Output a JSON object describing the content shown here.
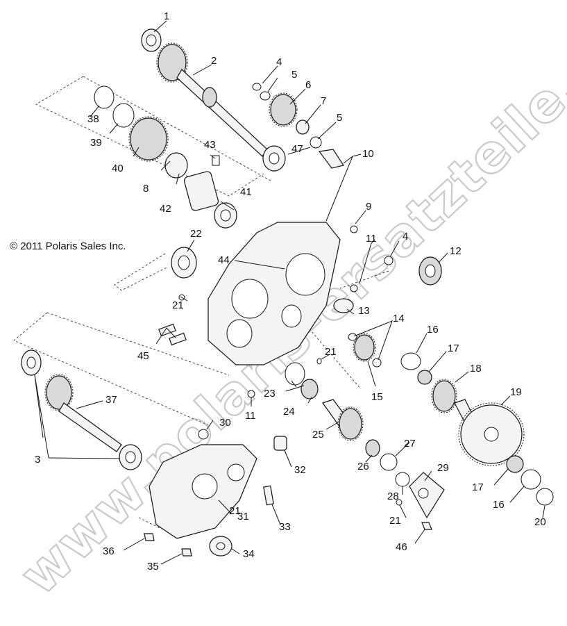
{
  "copyright": "© 2011 Polaris Sales Inc.",
  "watermark": "www.polaris-ersatzteile.de",
  "callouts": [
    "1",
    "2",
    "3",
    "4",
    "4",
    "5",
    "5",
    "6",
    "7",
    "8",
    "9",
    "10",
    "11",
    "11",
    "12",
    "13",
    "14",
    "15",
    "16",
    "16",
    "17",
    "17",
    "18",
    "19",
    "20",
    "21",
    "21",
    "21",
    "21",
    "22",
    "23",
    "24",
    "25",
    "26",
    "27",
    "28",
    "29",
    "30",
    "31",
    "32",
    "33",
    "34",
    "35",
    "36",
    "37",
    "38",
    "39",
    "40",
    "41",
    "42",
    "43",
    "44",
    "45",
    "46",
    "47"
  ]
}
